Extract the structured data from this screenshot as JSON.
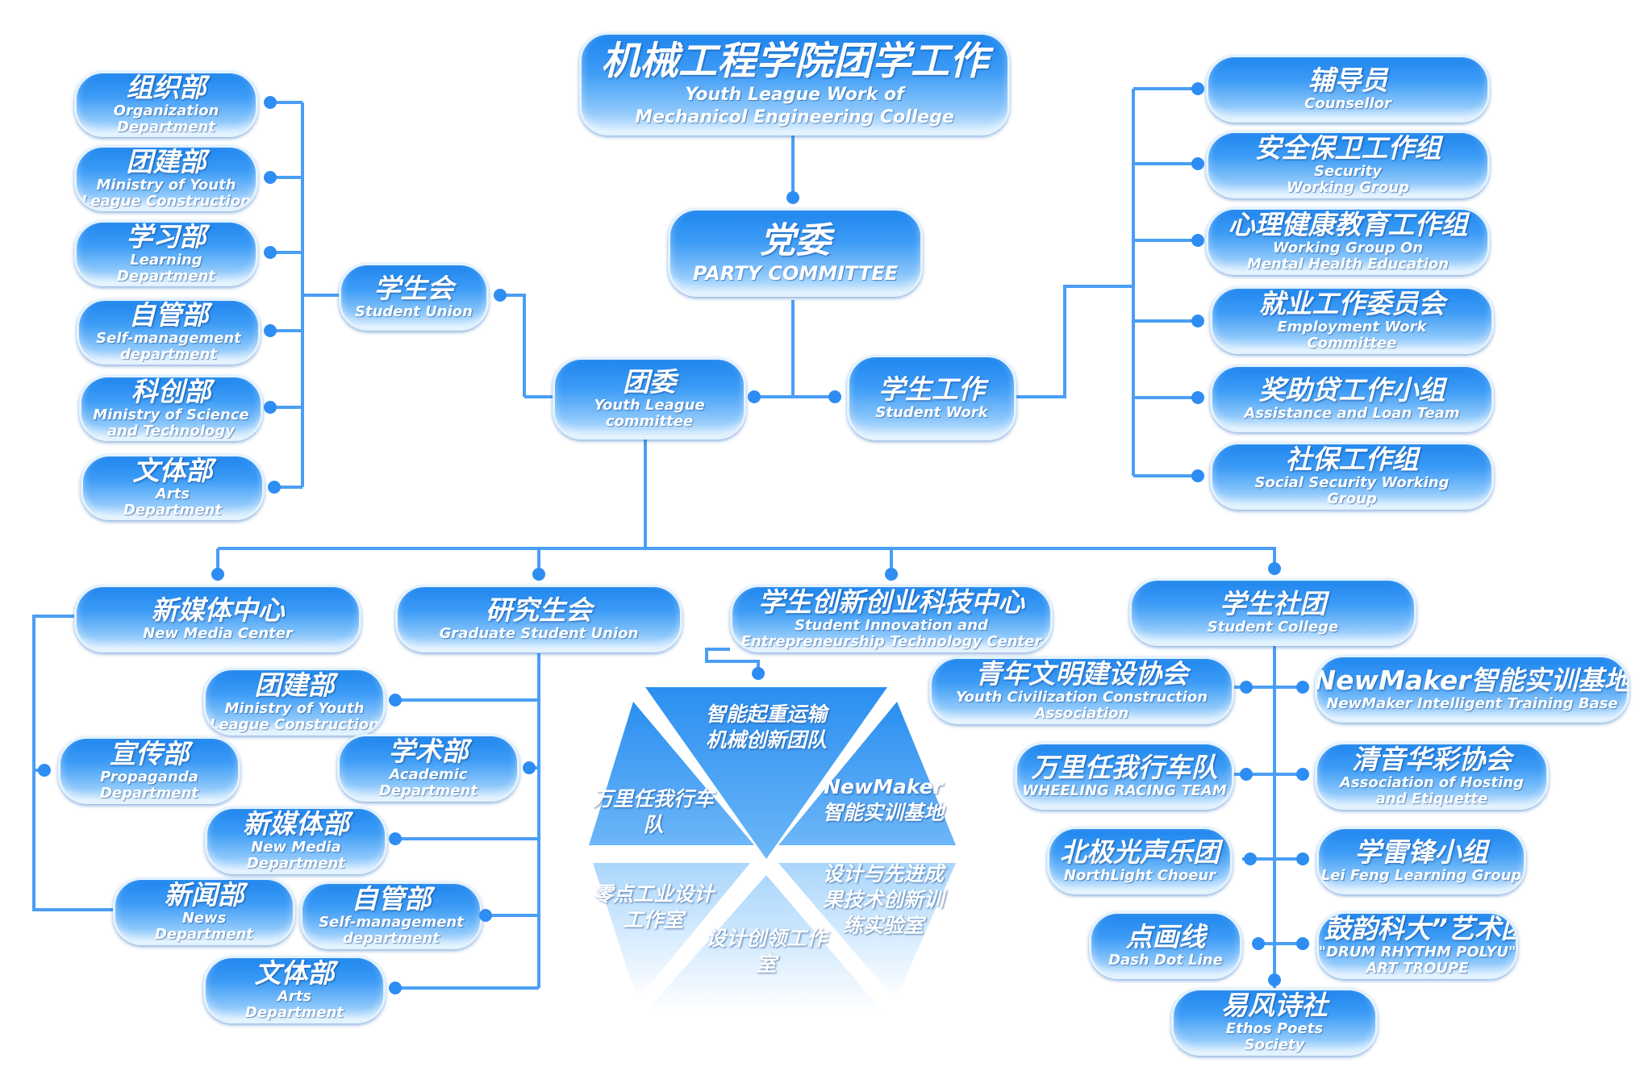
{
  "root": {
    "zh": "机械工程学院团学工作",
    "en1": "Youth League Work of",
    "en2": "Mechanicol Engineering College"
  },
  "party": {
    "zh": "党委",
    "en": "PARTY COMMITTEE"
  },
  "league": {
    "zh": "团委",
    "en1": "Youth League",
    "en2": "committee"
  },
  "student_work": {
    "zh": "学生工作",
    "en": "Student Work"
  },
  "student_union": {
    "zh": "学生会",
    "en": "Student Union"
  },
  "union_depts": [
    {
      "zh": "组织部",
      "en1": "Organization",
      "en2": "Department"
    },
    {
      "zh": "团建部",
      "en1": "Ministry of Youth",
      "en2": "League Construction"
    },
    {
      "zh": "学习部",
      "en1": "Learning",
      "en2": "Department"
    },
    {
      "zh": "自管部",
      "en1": "Self-management",
      "en2": "department"
    },
    {
      "zh": "科创部",
      "en1": "Ministry of Science",
      "en2": "and Technology"
    },
    {
      "zh": "文体部",
      "en1": "Arts",
      "en2": "Department"
    }
  ],
  "work_groups": [
    {
      "zh": "辅导员",
      "en1": "",
      "en2": "Counsellor"
    },
    {
      "zh": "安全保卫工作组",
      "en1": "Security",
      "en2": "Working Group"
    },
    {
      "zh": "心理健康教育工作组",
      "en1": "Working Group On",
      "en2": "Mental Health Education"
    },
    {
      "zh": "就业工作委员会",
      "en1": "Employment Work",
      "en2": "Committee"
    },
    {
      "zh": "奖助贷工作小组",
      "en1": "",
      "en2": "Assistance and Loan Team"
    },
    {
      "zh": "社保工作组",
      "en1": "Social Security Working",
      "en2": "Group"
    }
  ],
  "new_media_center": {
    "zh": "新媒体中心",
    "en": "New Media Center"
  },
  "graduate_union": {
    "zh": "研究生会",
    "en": "Graduate Student Union"
  },
  "innovation_center": {
    "zh": "学生创新创业科技中心",
    "en1": "Student Innovation and",
    "en2": "Entrepreneurship Technology Center"
  },
  "student_college": {
    "zh": "学生社团",
    "en": "Student College"
  },
  "media_depts": [
    {
      "zh": "宣传部",
      "en1": "Propaganda",
      "en2": "Department"
    },
    {
      "zh": "新闻部",
      "en1": "News",
      "en2": "Department"
    }
  ],
  "grad_depts": [
    {
      "zh": "团建部",
      "en1": "Ministry of Youth",
      "en2": "League Construction"
    },
    {
      "zh": "学术部",
      "en1": "Academic",
      "en2": "Department"
    },
    {
      "zh": "新媒体部",
      "en1": "New Media",
      "en2": "Department"
    },
    {
      "zh": "自管部",
      "en1": "Self-management",
      "en2": "department"
    },
    {
      "zh": "文体部",
      "en1": "Arts",
      "en2": "Department"
    }
  ],
  "hex_teams": [
    "智能起重运输机械创新团队",
    "NewMaker智能实训基地",
    "设计与先进成果技术创新训练实验室",
    "设计创领工作室",
    "零点工业设计工作室",
    "万里任我行车队"
  ],
  "clubs_left": [
    {
      "zh": "青年文明建设协会",
      "en1": "Youth Civilization Construction",
      "en2": "Association"
    },
    {
      "zh": "万里任我行车队",
      "en1": "WHEELING RACING TEAM",
      "en2": ""
    },
    {
      "zh": "北极光声乐团",
      "en1": "NorthLight Choeur",
      "en2": ""
    },
    {
      "zh": "点画线",
      "en1": "Dash Dot Line",
      "en2": ""
    }
  ],
  "clubs_right": [
    {
      "zh": "NewMaker智能实训基地",
      "en1": "NewMaker Intelligent Training Base",
      "en2": ""
    },
    {
      "zh": "清音华彩协会",
      "en1": "Association of Hosting",
      "en2": "and Etiquette"
    },
    {
      "zh": "学雷锋小组",
      "en1": "Lei Feng Learning Group",
      "en2": ""
    },
    {
      "zh": "“鼓韵科大”艺术团",
      "en1": "\"DRUM RHYTHM POLYU\"",
      "en2": "ART TROUPE"
    }
  ],
  "club_bottom": {
    "zh": "易风诗社",
    "en1": "Ethos Poets",
    "en2": "Society"
  },
  "colors": {
    "line": "#4a9ef5",
    "dot": "#2e8df2",
    "box_top": "#1f86ee",
    "box_bottom": "#dcefff"
  }
}
